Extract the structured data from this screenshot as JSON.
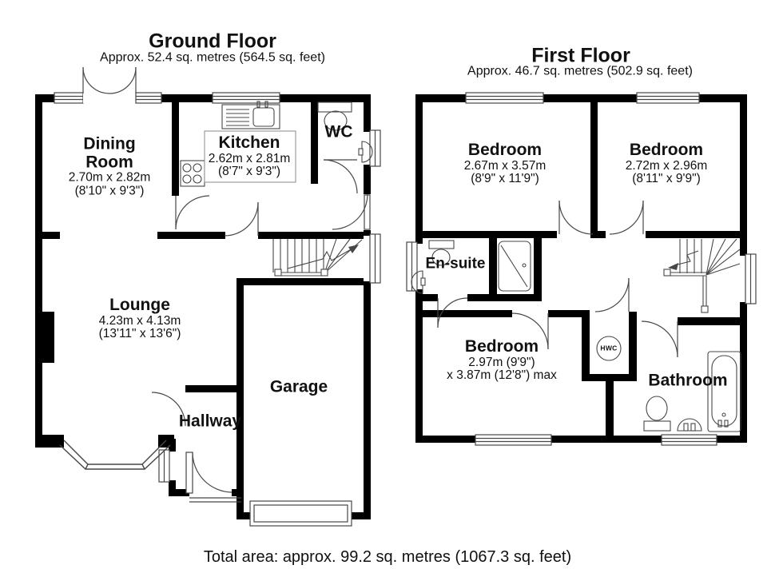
{
  "ground_floor": {
    "title": "Ground Floor",
    "subtitle": "Approx. 52.4 sq. metres (564.5 sq. feet)",
    "rooms": {
      "dining": {
        "line1": "Dining",
        "line2": "Room",
        "metric": "2.70m x 2.82m",
        "imperial": "(8'10\" x 9'3\")"
      },
      "kitchen": {
        "name": "Kitchen",
        "metric": "2.62m x 2.81m",
        "imperial": "(8'7\" x 9'3\")"
      },
      "wc": {
        "name": "WC"
      },
      "lounge": {
        "name": "Lounge",
        "metric": "4.23m x 4.13m",
        "imperial": "(13'11\" x 13'6\")"
      },
      "hallway": {
        "name": "Hallway"
      },
      "garage": {
        "name": "Garage"
      }
    },
    "fixtures": [
      "kitchen-sink",
      "hob",
      "wc-toilet",
      "wc-basin",
      "stairs-up",
      "bay-window",
      "garage-door",
      "french-doors"
    ]
  },
  "first_floor": {
    "title": "First Floor",
    "subtitle": "Approx. 46.7 sq. metres (502.9 sq. feet)",
    "rooms": {
      "bedroom1": {
        "name": "Bedroom",
        "metric": "2.67m x 3.57m",
        "imperial": "(8'9\" x 11'9\")"
      },
      "bedroom2": {
        "name": "Bedroom",
        "metric": "2.72m x 2.96m",
        "imperial": "(8'11\" x 9'9\")"
      },
      "ensuite": {
        "name": "En-suite"
      },
      "bedroom3": {
        "name": "Bedroom",
        "metric": "2.97m (9'9\")",
        "imperial": "x 3.87m (12'8\") max"
      },
      "bathroom": {
        "name": "Bathroom"
      },
      "hwc": {
        "label": "HWC"
      }
    },
    "fixtures": [
      "ensuite-toilet",
      "ensuite-basin",
      "shower-cubicle",
      "hwc-cylinder",
      "bathroom-toilet",
      "bathroom-basin",
      "bathtub",
      "stairs-down"
    ]
  },
  "footer": {
    "total_area": "Total area: approx. 99.2 sq. metres (1067.3 sq. feet)"
  },
  "colors": {
    "walls": "#000000",
    "lines": "#474747",
    "text": "#111111",
    "background": "#ffffff"
  }
}
